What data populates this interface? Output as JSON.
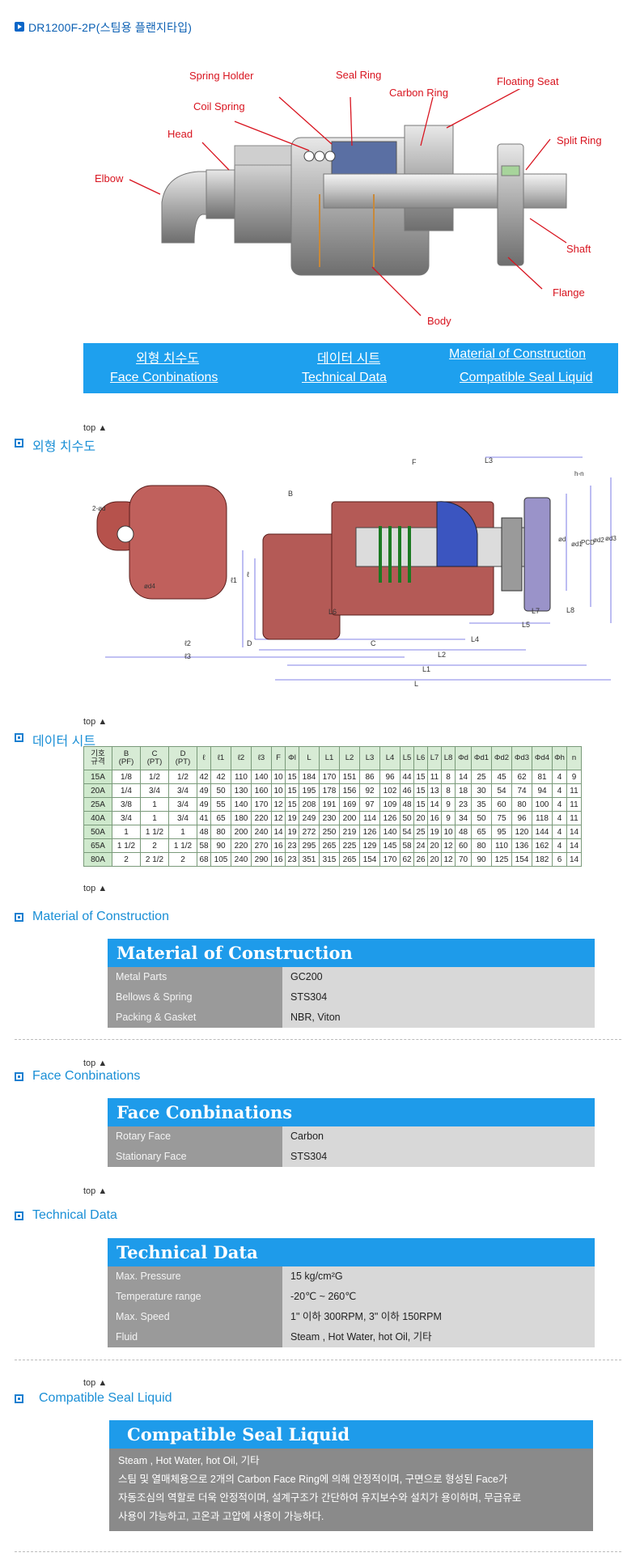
{
  "page": {
    "title": "DR1200F-2P(스팀용 플랜지타입)"
  },
  "diagram_labels": {
    "spring_holder": "Spring Holder",
    "seal_ring": "Seal Ring",
    "carbon_ring": "Carbon Ring",
    "floating_seat": "Floating Seat",
    "coil_spring": "Coil Spring",
    "head": "Head",
    "split_ring": "Split Ring",
    "elbow": "Elbow",
    "shaft": "Shaft",
    "flange": "Flange",
    "body": "Body"
  },
  "nav": {
    "items": [
      {
        "label": "외형 치수도"
      },
      {
        "label": "데이터 시트"
      },
      {
        "label": "Material of Construction"
      },
      {
        "label": "Face Conbinations"
      },
      {
        "label": "Technical Data"
      },
      {
        "label": "Compatible Seal Liquid"
      }
    ]
  },
  "top_label": "top ▲",
  "sections": {
    "dimension": "외형 치수도",
    "datasheet": "데이터 시트",
    "material": "Material of Construction",
    "face": "Face Conbinations",
    "technical": "Technical Data",
    "compatible": "Compatible Seal Liquid"
  },
  "drawing_labels": {
    "l3": "L3",
    "f": "F",
    "hn": "h-n",
    "b": "B",
    "dp": "2-ød",
    "l6": "L6",
    "l4": "L4",
    "l5": "L5",
    "l7": "L7",
    "l8": "L8",
    "l2_small": "L2",
    "l1": "L1",
    "l": "L",
    "c": "C",
    "d": "D",
    "ll2": "ℓ2",
    "ll3": "ℓ3",
    "ll1": "ℓ1",
    "ll": "ℓ",
    "d4": "ød4",
    "d1": "ød1",
    "d2": "ød2",
    "d3": "ød3",
    "pcd": "PCD",
    "dd": "ød"
  },
  "data_sheet": {
    "headers": [
      "기호\n규격",
      "B\n(PF)",
      "C\n(PT)",
      "D\n(PT)",
      "ℓ",
      "ℓ1",
      "ℓ2",
      "ℓ3",
      "F",
      "Φl",
      "L",
      "L1",
      "L2",
      "L3",
      "L4",
      "L5",
      "L6",
      "L7",
      "L8",
      "Φd",
      "Φd1",
      "Φd2",
      "Φd3",
      "Φd4",
      "Φh",
      "n"
    ],
    "rows": [
      [
        "15A",
        "1/8",
        "1/2",
        "1/2",
        "42",
        "42",
        "110",
        "140",
        "10",
        "15",
        "184",
        "170",
        "151",
        "86",
        "96",
        "44",
        "15",
        "11",
        "8",
        "14",
        "25",
        "45",
        "62",
        "81",
        "4",
        "9"
      ],
      [
        "20A",
        "1/4",
        "3/4",
        "3/4",
        "49",
        "50",
        "130",
        "160",
        "10",
        "15",
        "195",
        "178",
        "156",
        "92",
        "102",
        "46",
        "15",
        "13",
        "8",
        "18",
        "30",
        "54",
        "74",
        "94",
        "4",
        "11"
      ],
      [
        "25A",
        "3/8",
        "1",
        "3/4",
        "49",
        "55",
        "140",
        "170",
        "12",
        "15",
        "208",
        "191",
        "169",
        "97",
        "109",
        "48",
        "15",
        "14",
        "9",
        "23",
        "35",
        "60",
        "80",
        "100",
        "4",
        "11"
      ],
      [
        "40A",
        "3/4",
        "1",
        "3/4",
        "41",
        "65",
        "180",
        "220",
        "12",
        "19",
        "249",
        "230",
        "200",
        "114",
        "126",
        "50",
        "20",
        "16",
        "9",
        "34",
        "50",
        "75",
        "96",
        "118",
        "4",
        "11"
      ],
      [
        "50A",
        "1",
        "1 1/2",
        "1",
        "48",
        "80",
        "200",
        "240",
        "14",
        "19",
        "272",
        "250",
        "219",
        "126",
        "140",
        "54",
        "25",
        "19",
        "10",
        "48",
        "65",
        "95",
        "120",
        "144",
        "4",
        "14"
      ],
      [
        "65A",
        "1 1/2",
        "2",
        "1 1/2",
        "58",
        "90",
        "220",
        "270",
        "16",
        "23",
        "295",
        "265",
        "225",
        "129",
        "145",
        "58",
        "24",
        "20",
        "12",
        "60",
        "80",
        "110",
        "136",
        "162",
        "4",
        "14"
      ],
      [
        "80A",
        "2",
        "2 1/2",
        "2",
        "68",
        "105",
        "240",
        "290",
        "16",
        "23",
        "351",
        "315",
        "265",
        "154",
        "170",
        "62",
        "26",
        "20",
        "12",
        "70",
        "90",
        "125",
        "154",
        "182",
        "6",
        "14"
      ]
    ]
  },
  "material": {
    "header": "Material of Construction",
    "rows": [
      {
        "k": "Metal Parts",
        "v": "GC200"
      },
      {
        "k": "Bellows & Spring",
        "v": "STS304"
      },
      {
        "k": "Packing & Gasket",
        "v": "NBR, Viton"
      }
    ]
  },
  "face": {
    "header": "Face Conbinations",
    "rows": [
      {
        "k": "Rotary Face",
        "v": "Carbon"
      },
      {
        "k": "Stationary Face",
        "v": "STS304"
      }
    ]
  },
  "technical": {
    "header": "Technical Data",
    "rows": [
      {
        "k": "Max. Pressure",
        "v": "15 kg/cm²G"
      },
      {
        "k": "Temperature range",
        "v": "-20℃ ~ 260℃"
      },
      {
        "k": "Max. Speed",
        "v": "1\" 이하 300RPM,  3\" 이하 150RPM"
      },
      {
        "k": "Fluid",
        "v": "Steam , Hot Water, hot Oil, 기타"
      }
    ]
  },
  "compatible": {
    "header": "Compatible Seal Liquid",
    "lines": [
      "Steam , Hot Water, hot Oil, 기타",
      "스팀 및 열매체용으로 2개의 Carbon Face Ring에 의해 안정적이며, 구면으로 형성된 Face가",
      "자동조심의 역할로 더욱 안정적이며, 설계구조가 간단하여 유지보수와 설치가 용이하며, 무급유로",
      "사용이 가능하고, 고온과 고압에 사용이 가능하다."
    ]
  }
}
